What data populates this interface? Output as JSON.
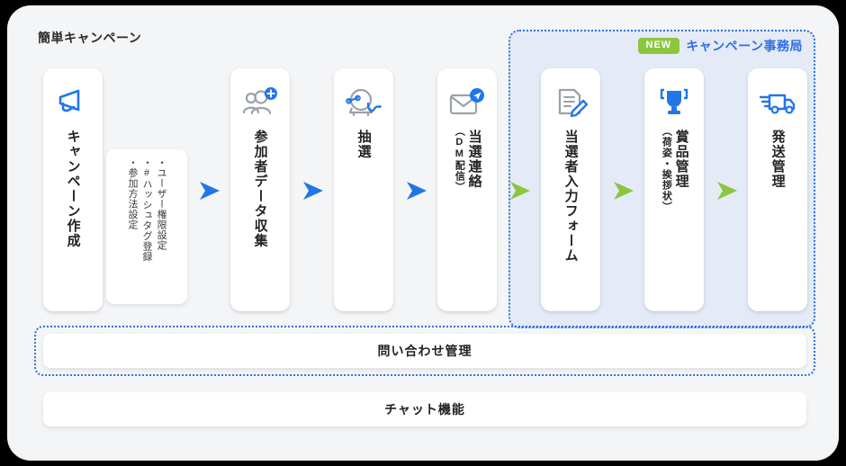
{
  "diagram": {
    "title": "簡単キャンペーン",
    "colors": {
      "panel_bg": "#f4f5f6",
      "region_bg": "#e4ebf7",
      "accent_blue": "#2f6fe0",
      "accent_green": "#8cc63f",
      "arrow_blue": "#2176e8",
      "arrow_green": "#8cc63f",
      "icon_gray": "#9aa1ab",
      "text_dark": "#232323"
    }
  },
  "office_region": {
    "badge": "NEW",
    "label": "キャンペーン事務局"
  },
  "steps": [
    {
      "id": "campaign-creation",
      "label": "キャンペーン作成",
      "sub": "",
      "icon": "megaphone-icon"
    },
    {
      "id": "participant-data-collection",
      "label": "参加者データ収集",
      "sub": "",
      "icon": "users-add-icon"
    },
    {
      "id": "lottery",
      "label": "抽選",
      "sub": "",
      "icon": "lottery-drum-icon"
    },
    {
      "id": "winner-notification",
      "label": "当選連絡",
      "sub": "（DM配信）",
      "icon": "envelope-send-icon"
    },
    {
      "id": "winner-input-form",
      "label": "当選者入力フォーム",
      "sub": "",
      "icon": "document-pencil-icon"
    },
    {
      "id": "prize-management",
      "label": "賞品管理",
      "sub": "（荷姿・挨拶状）",
      "icon": "trophy-icon"
    },
    {
      "id": "shipping-management",
      "label": "発送管理",
      "sub": "",
      "icon": "delivery-truck-icon"
    }
  ],
  "options_card": {
    "items": [
      "・ユーザー権限設定",
      "・#ハッシュタグ登録",
      "・参加方法設定"
    ]
  },
  "arrows": [
    {
      "id": "arrow-1",
      "color": "#2176e8"
    },
    {
      "id": "arrow-2",
      "color": "#2176e8"
    },
    {
      "id": "arrow-3",
      "color": "#2176e8"
    },
    {
      "id": "arrow-4",
      "color": "#8cc63f"
    },
    {
      "id": "arrow-5",
      "color": "#8cc63f"
    },
    {
      "id": "arrow-6",
      "color": "#8cc63f"
    }
  ],
  "bottom_bars": [
    {
      "id": "inquiry-management",
      "label": "問い合わせ管理"
    },
    {
      "id": "chat-feature",
      "label": "チャット機能"
    }
  ]
}
